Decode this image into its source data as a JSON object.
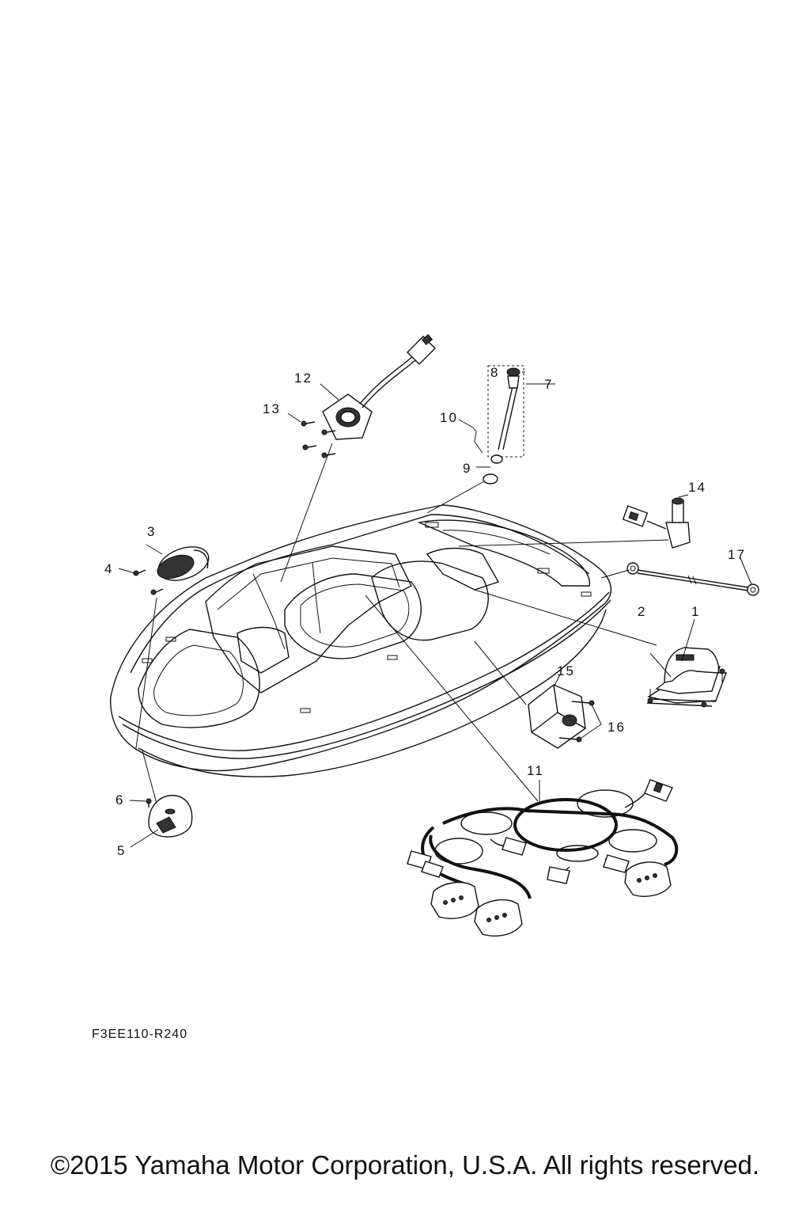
{
  "diagram_code": "F3EE110-R240",
  "copyright": "©2015 Yamaha Motor Corporation, U.S.A. All rights reserved.",
  "callouts": {
    "c1": "1",
    "c2": "2",
    "c3": "3",
    "c4": "4",
    "c5": "5",
    "c6": "6",
    "c7": "7",
    "c8": "8",
    "c9": "9",
    "c10": "10",
    "c11": "11",
    "c12": "12",
    "c13": "13",
    "c14": "14",
    "c15": "15",
    "c16": "16",
    "c17": "17"
  }
}
